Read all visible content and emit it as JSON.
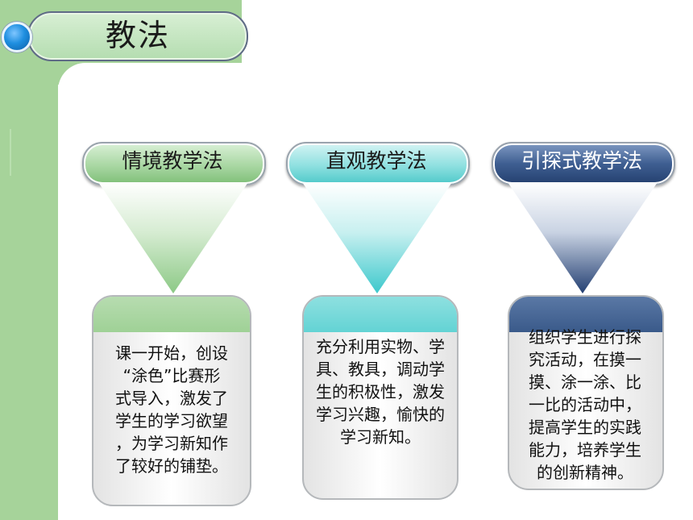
{
  "title": "教法",
  "methods": [
    {
      "name": "情境教学法",
      "lines": [
        "课一开始，创设",
        "“涂色”比赛形",
        "式导入，激发了",
        "学生的学习欲望",
        "，为学习新知作",
        "了较好的铺垫。"
      ]
    },
    {
      "name": "直观教学法",
      "lines": [
        "充分利用实物、学",
        "具、教具，调动学",
        "生的积极性，激发",
        "学习兴趣，愉快的",
        "学习新知。"
      ]
    },
    {
      "name": "引探式教学法",
      "lines": [
        "组织学生进行探",
        "究活动，在摸一",
        "摸、涂一涂、比",
        "一比的活动中，",
        "提高学生的实践",
        "能力，培养学生",
        "的创新精神。"
      ]
    }
  ],
  "colors": {
    "frame_green": "#a6d39a",
    "method_1": "#9fd196",
    "method_2": "#63d3d4",
    "method_3": "#24406f"
  },
  "icons": {
    "title_dot": "blue-orb-icon"
  }
}
